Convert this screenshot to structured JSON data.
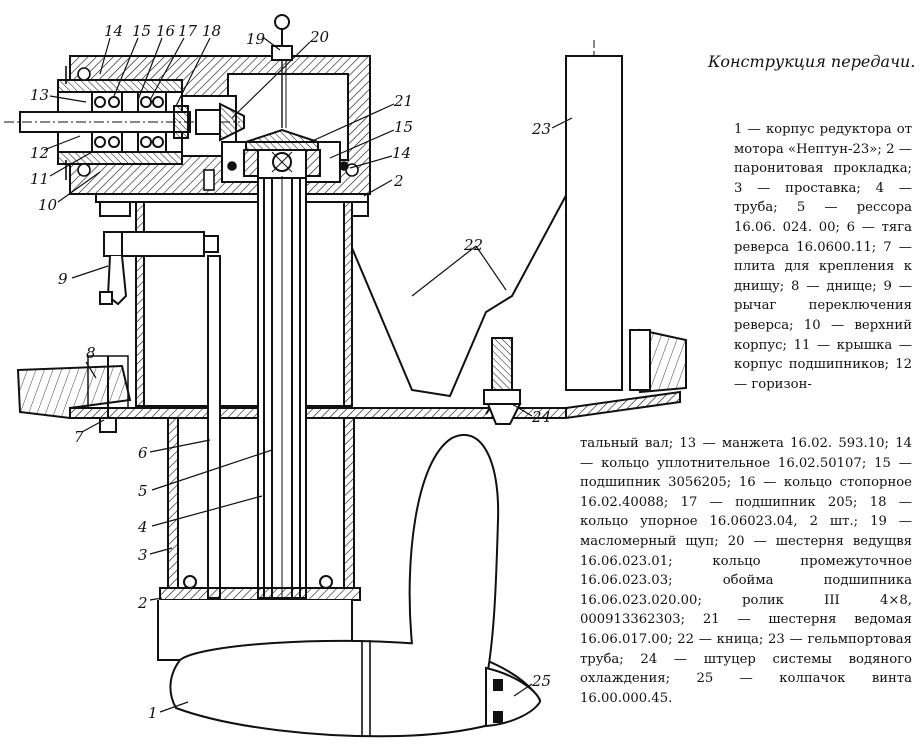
{
  "caption": {
    "title": "Конструкция передачи.",
    "legend_top": "1 — корпус редуктора от мотора «Нептун-23»; 2 — паронитовая прокладка; 3 — проставка; 4 — труба; 5 — рессора 16.06. 024. 00; 6 — тяга реверса 16.0600.11; 7 — плита для крепления к днищу; 8 — днище; 9 — рычаг переключения реверса; 10 — верхний корпус; 11 — крышка — корпус подшипников; 12 — горизон-",
    "legend_bottom": "тальный вал; 13 — манжета 16.02. 593.10; 14 — кольцо уплотнительное 16.02.50107; 15 — подшипник 3056205; 16 — кольцо стопорное 16.02.40088; 17 — подшипник 205; 18 — кольцо упорное 16.06023.04, 2 шт.; 19 — масломерный щуп; 20 — шестерня ведущвя 16.06.023.01; кольцо промежуточное 16.06.023.03; обойма подшипника 16.06.023.020.00; ролик III 4×8, 000913362303; 21 — шестерня ведомая 16.06.017.00; 22 — кница; 23 — гельмпортовая труба; 24 — штуцер системы водяного охлаждения; 25 — колпачок винта 16.00.000.45."
  },
  "labels": {
    "n1": "1",
    "n2a": "2",
    "n2b": "2",
    "n3": "3",
    "n4": "4",
    "n5": "5",
    "n6": "6",
    "n7": "7",
    "n8": "8",
    "n9": "9",
    "n10": "10",
    "n11": "11",
    "n12": "12",
    "n13": "13",
    "n14a": "14",
    "n14b": "14",
    "n15a": "15",
    "n15b": "15",
    "n16": "16",
    "n17": "17",
    "n18": "18",
    "n19": "19",
    "n20": "20",
    "n21": "21",
    "n22": "22",
    "n23": "23",
    "n24": "24",
    "n25": "25"
  }
}
